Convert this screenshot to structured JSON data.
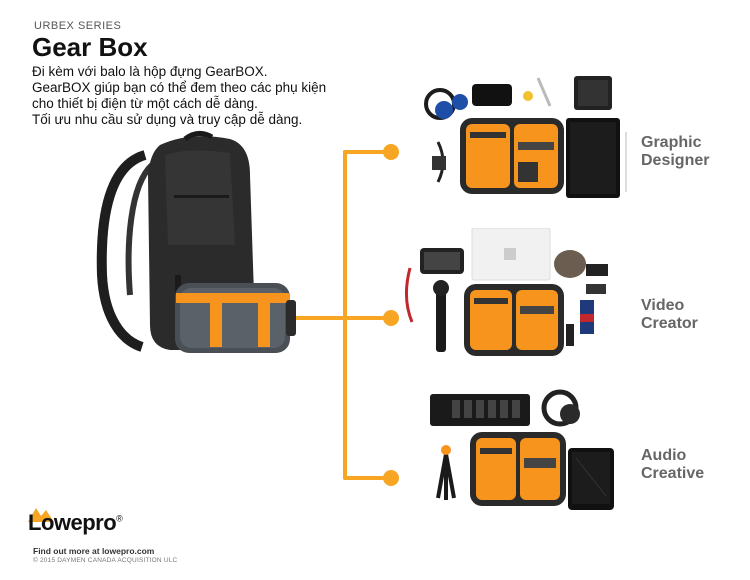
{
  "header": {
    "series": "URBEX SERIES",
    "title": "Gear Box",
    "description": [
      "Đi kèm với balo là hộp đựng GearBOX.",
      "GearBOX giúp bạn có thể đem theo các phụ kiện",
      "cho thiết bị điện từ một cách dễ dàng.",
      "Tối ưu nhu cầu sử dụng và truy cập dễ dàng."
    ]
  },
  "options": [
    {
      "line1": "Graphic",
      "line2": "Designer"
    },
    {
      "line1": "Video",
      "line2": "Creator"
    },
    {
      "line1": "Audio",
      "line2": "Creative"
    }
  ],
  "brand": {
    "logo": "Lowepro",
    "trademark": "®",
    "link": "Find out more at lowepro.com",
    "copyright": "© 2015 DAYMEN CANADA ACQUISITION ULC"
  },
  "colors": {
    "accent": "#f6a623",
    "case_orange": "#f7941d",
    "bag_dark": "#2b2b2b",
    "label_gray": "#666666"
  }
}
